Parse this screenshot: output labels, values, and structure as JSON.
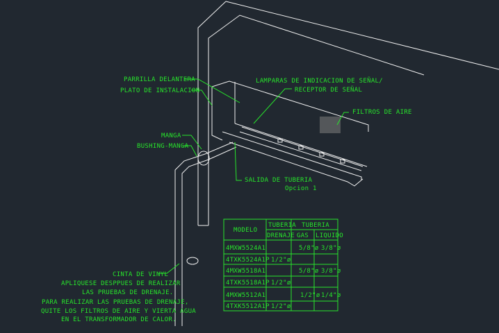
{
  "labels": {
    "parrilla": "PARRILLA DELANTERA",
    "plato": "PLATO DE INSTALACION",
    "lamparas": "LAMPARAS DE INDICACION DE SEÑAL/",
    "receptor": "RECEPTOR DE SEÑAL",
    "filtros": "FILTROS DE AIRE",
    "manga": "MANGA",
    "bushing": "BUSHING-MANGA",
    "salida": "SALIDA DE TUBERIA",
    "opcion": "Opcion 1",
    "cinta": "CINTA DE VINYL",
    "note1": "APLIQUESE DESPPUES DE REALIZAR",
    "note2": "LAS PRUEBAS DE DRENAJE.",
    "note3": "PARA REALIZAR LAS PRUEBAS DE DRENAJE,",
    "note4": "QUITE LOS FILTROS DE AIRE Y VIERTA AGUA",
    "note5": "EN EL TRANSFORMADOR DE CALOR."
  },
  "table": {
    "h_modelo": "MODELO",
    "h_tuberia1": "TUBERIA",
    "h_drenaje": "DRENAJE",
    "h_tuberia2": "TUBERIA",
    "h_gas": "GAS",
    "h_liquido": "LIQUIDO",
    "rows": [
      {
        "modelo": "4MXW5524A1",
        "drenaje": "",
        "gas": "5/8\"ø",
        "liquido": "3/8\"ø"
      },
      {
        "modelo": "4TXK5524A1P",
        "drenaje": "1/2\"ø",
        "gas": "",
        "liquido": ""
      },
      {
        "modelo": "4MXW5518A1",
        "drenaje": "",
        "gas": "5/8\"ø",
        "liquido": "3/8\"ø"
      },
      {
        "modelo": "4TXK5518A1P",
        "drenaje": "1/2\"ø",
        "gas": "",
        "liquido": ""
      },
      {
        "modelo": "4MXW5512A1",
        "drenaje": "",
        "gas": "1/2\"ø",
        "liquido": "1/4\"ø"
      },
      {
        "modelo": "4TXK5512A1P",
        "drenaje": "1/2\"ø",
        "gas": "",
        "liquido": ""
      }
    ]
  },
  "colors": {
    "background": "#212830",
    "lines": "#f2f2f2",
    "text": "#27e62b"
  }
}
